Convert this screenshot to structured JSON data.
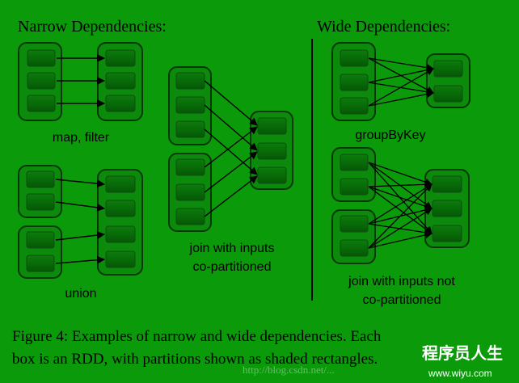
{
  "title_narrow": "Narrow Dependencies:",
  "title_wide": "Wide Dependencies:",
  "labels": {
    "map_filter": "map, filter",
    "union": "union",
    "join_copartitioned_1": "join with inputs",
    "join_copartitioned_2": "co-partitioned",
    "groupbykey": "groupByKey",
    "join_not_copartitioned_1": "join with inputs not",
    "join_not_copartitioned_2": "co-partitioned"
  },
  "caption": {
    "line1": "Figure 4: Examples of narrow and wide dependencies. Each",
    "line2": "box is an RDD, with partitions shown as shaded rectangles."
  },
  "watermark": {
    "url": "http://blog.csdn.net/...",
    "brand_cn": "程序员人生",
    "brand_url": "www.wiyu.com"
  },
  "colors": {
    "background": "#0a9a0a",
    "rdd_fill": "#0b8a0b",
    "partition_fill": "#066a06",
    "partition_edge": "#0f4d0f",
    "arrow": "#000000"
  }
}
